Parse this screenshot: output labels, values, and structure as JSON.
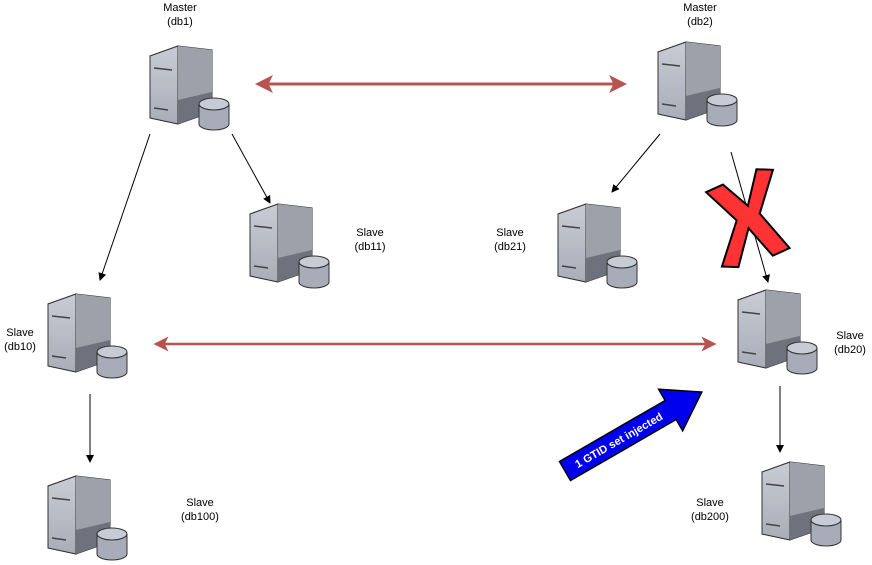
{
  "nodes": [
    {
      "id": "db1",
      "role": "Master",
      "name": "(db1)"
    },
    {
      "id": "db2",
      "role": "Master",
      "name": "(db2)"
    },
    {
      "id": "db11",
      "role": "Slave",
      "name": "(db11)"
    },
    {
      "id": "db21",
      "role": "Slave",
      "name": "(db21)"
    },
    {
      "id": "db10",
      "role": "Slave",
      "name": "(db10)"
    },
    {
      "id": "db20",
      "role": "Slave",
      "name": "(db20)"
    },
    {
      "id": "db100",
      "role": "Slave",
      "name": "(db100)"
    },
    {
      "id": "db200",
      "role": "Slave",
      "name": "(db200)"
    }
  ],
  "annotation": {
    "text": "1 GTID set injected",
    "color": "#0000ee"
  },
  "colors": {
    "bidirectional": "#b85450",
    "broken": "#ff3333"
  }
}
